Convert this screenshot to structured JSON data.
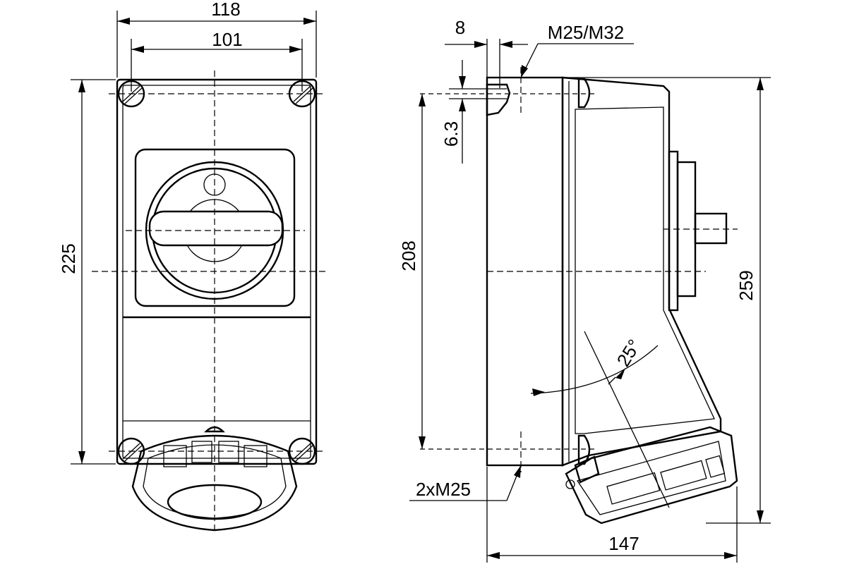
{
  "dimensions": {
    "width_118": "118",
    "width_101": "101",
    "height_225": "225",
    "offset_8": "8",
    "thread_m25_m32": "M25/M32",
    "hole_6_3": "6.3",
    "height_208": "208",
    "height_259": "259",
    "angle_25": "25°",
    "thread_2xm25": "2xM25",
    "depth_147": "147"
  }
}
